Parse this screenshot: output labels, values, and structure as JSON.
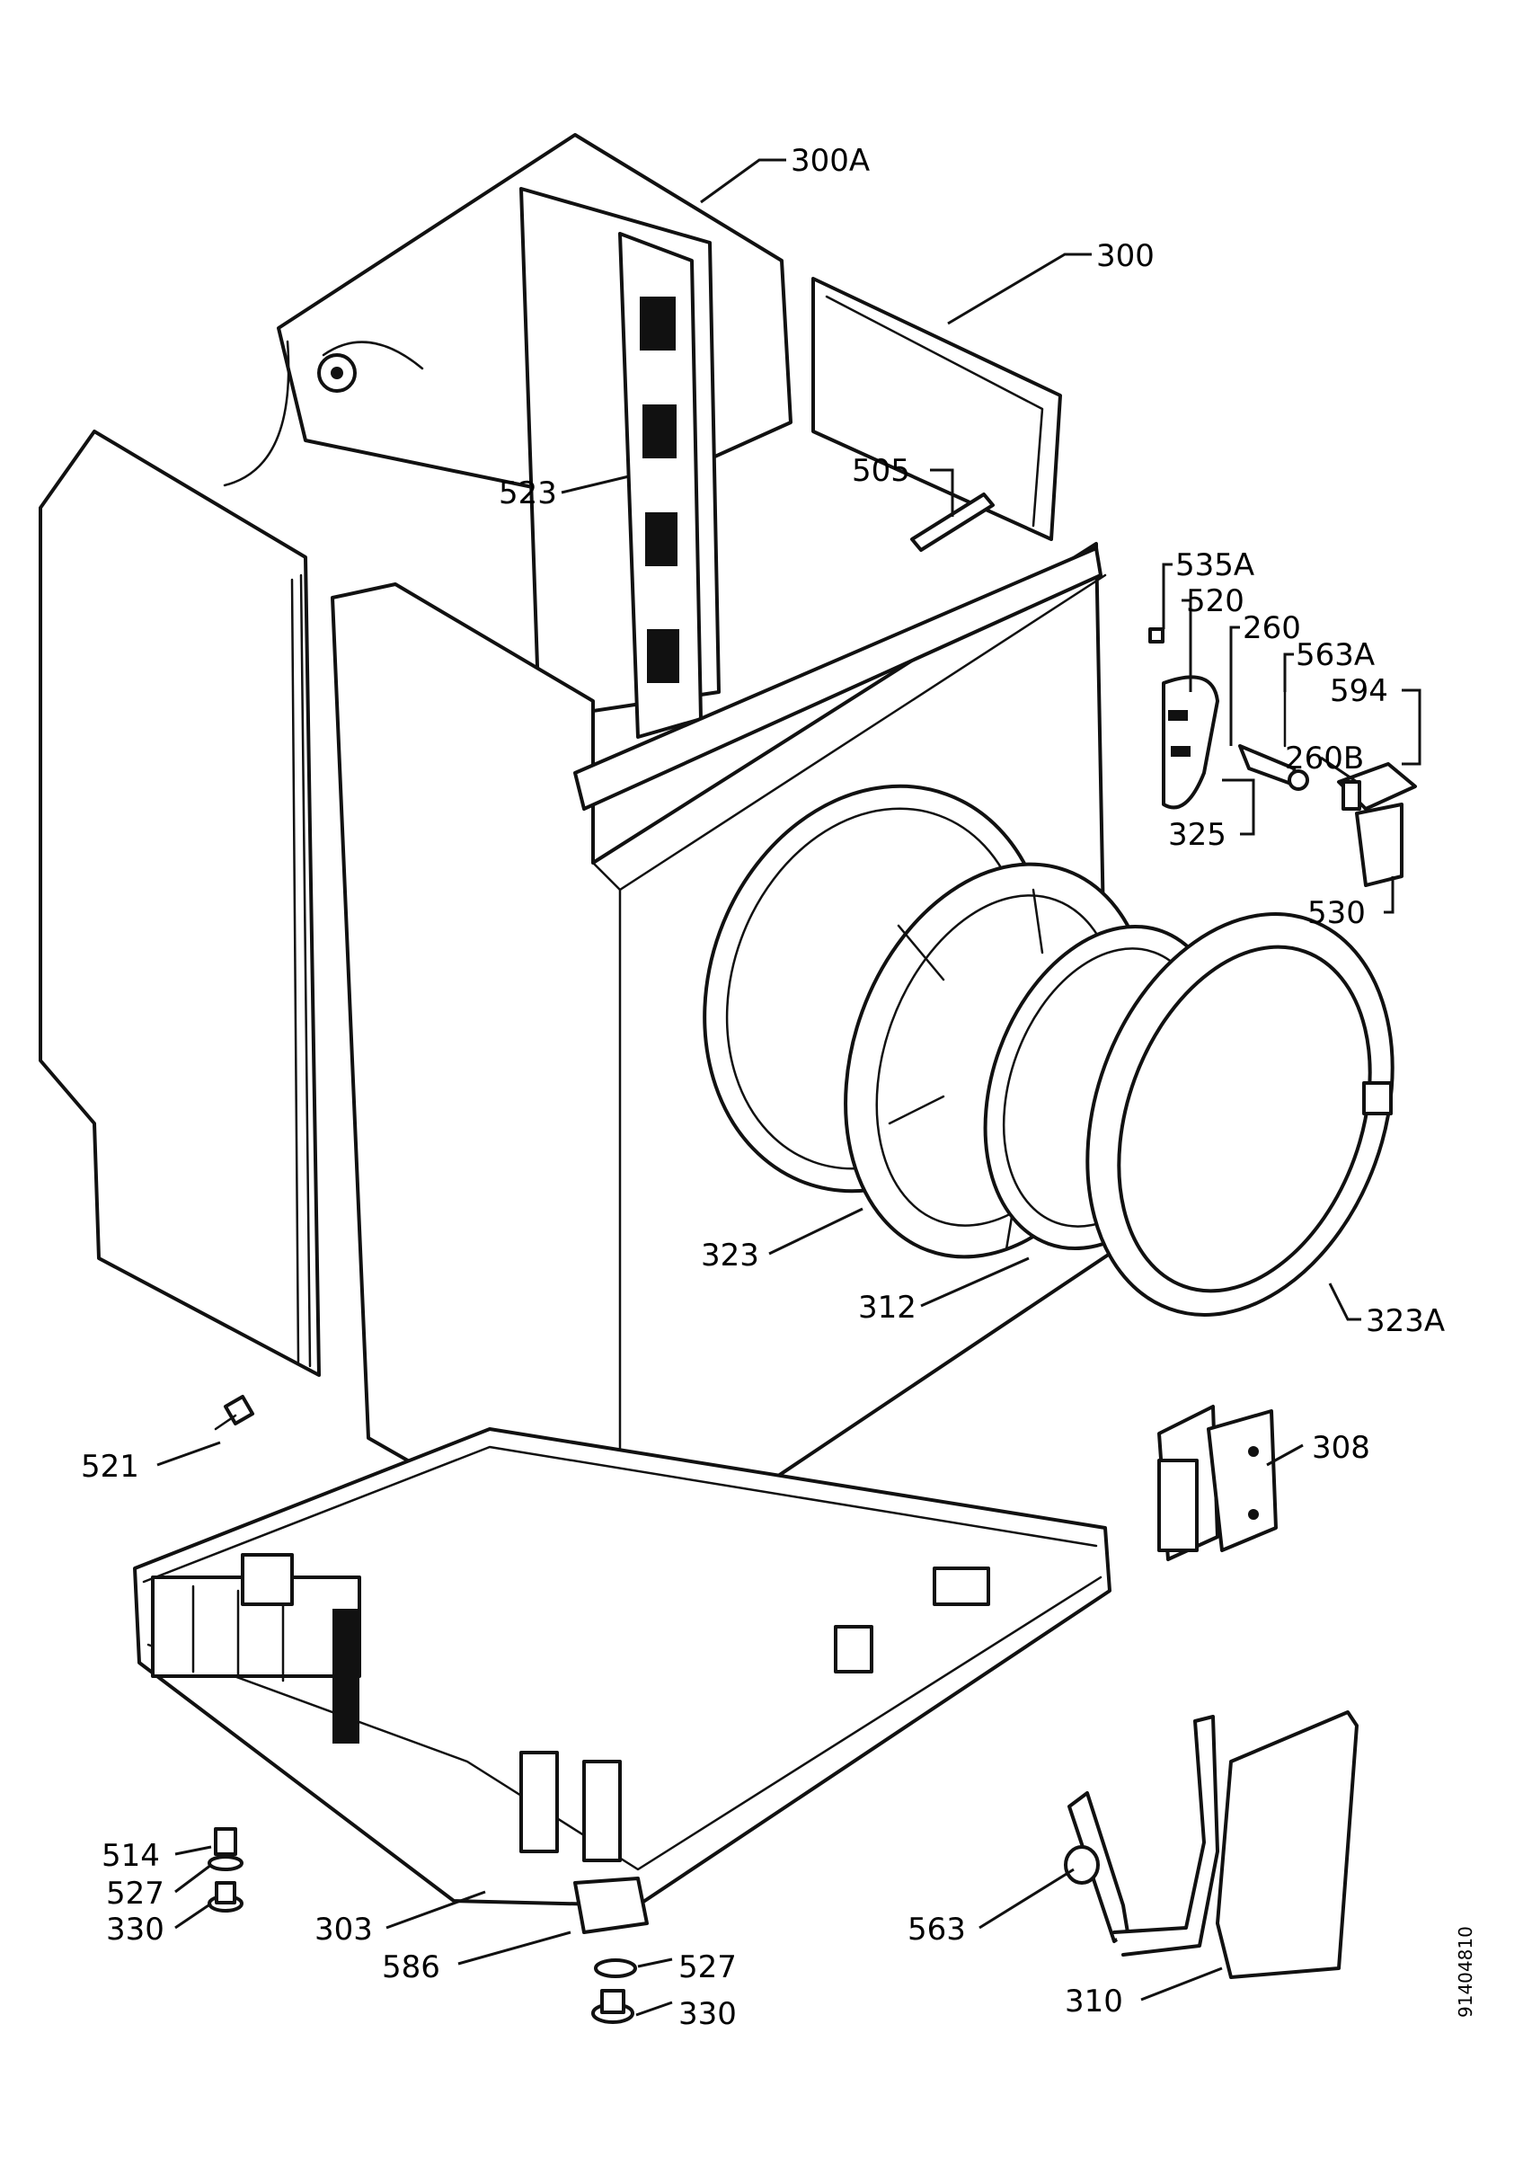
{
  "doc_code": "91404810",
  "labels": {
    "p300A": "300A",
    "p300": "300",
    "p523": "523",
    "p505": "505",
    "p535A": "535A",
    "p520": "520",
    "p260": "260",
    "p563A": "563A",
    "p594": "594",
    "p260B": "260B",
    "p325": "325",
    "p530": "530",
    "p323": "323",
    "p312": "312",
    "p323A": "323A",
    "p521": "521",
    "p308": "308",
    "p514": "514",
    "p527a": "527",
    "p330a": "330",
    "p303": "303",
    "p586": "586",
    "p527b": "527",
    "p330b": "330",
    "p563": "563",
    "p310": "310"
  }
}
